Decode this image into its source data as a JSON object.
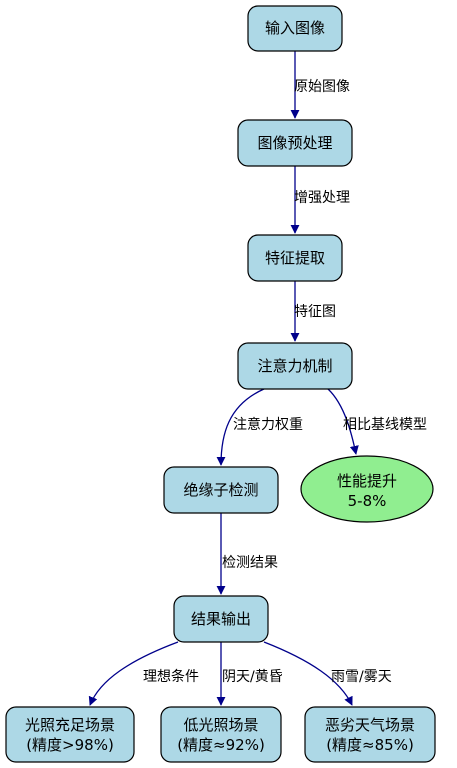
{
  "nodes": {
    "input": {
      "label": "输入图像"
    },
    "preprocess": {
      "label": "图像预处理"
    },
    "feature": {
      "label": "特征提取"
    },
    "attention": {
      "label": "注意力机制"
    },
    "perf": {
      "line1": "性能提升",
      "line2": "5-8%"
    },
    "detect": {
      "label": "绝缘子检测"
    },
    "output": {
      "label": "结果输出"
    },
    "scene1": {
      "line1": "光照充足场景",
      "line2": "(精度>98%)"
    },
    "scene2": {
      "line1": "低光照场景",
      "line2": "(精度≈92%)"
    },
    "scene3": {
      "line1": "恶劣天气场景",
      "line2": "(精度≈85%)"
    }
  },
  "edges": {
    "e1": "原始图像",
    "e2": "增强处理",
    "e3": "特征图",
    "e4": "注意力权重",
    "e5": "相比基线模型",
    "e6": "检测结果",
    "e7": "理想条件",
    "e8": "阴天/黄昏",
    "e9": "雨雪/雾天"
  },
  "colors": {
    "node_fill": "#add8e6",
    "highlight_fill": "#90ee90",
    "edge": "#00008b",
    "stroke": "#000000"
  }
}
